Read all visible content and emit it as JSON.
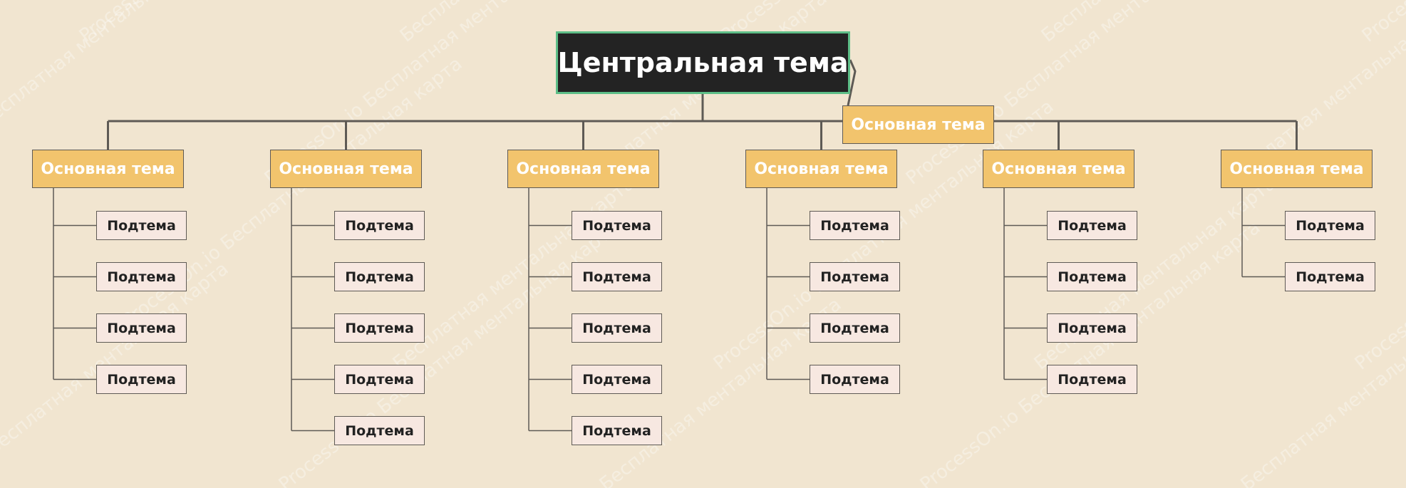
{
  "watermark": {
    "line1": "ProcessOn.io Бесплатная ментальная карта",
    "line2": "Бесплатная ментальная карта"
  },
  "central": {
    "label": "Центральная тема"
  },
  "floating_topic": {
    "label": "Основная тема"
  },
  "branches": [
    {
      "label": "Основная тема",
      "subtopics": [
        "Подтема",
        "Подтема",
        "Подтема",
        "Подтема"
      ]
    },
    {
      "label": "Основная тема",
      "subtopics": [
        "Подтема",
        "Подтема",
        "Подтема",
        "Подтема",
        "Подтема"
      ]
    },
    {
      "label": "Основная тема",
      "subtopics": [
        "Подтема",
        "Подтема",
        "Подтема",
        "Подтема",
        "Подтема"
      ]
    },
    {
      "label": "Основная тема",
      "subtopics": [
        "Подтема",
        "Подтема",
        "Подтема",
        "Подтема"
      ]
    },
    {
      "label": "Основная тема",
      "subtopics": [
        "Подтема",
        "Подтема",
        "Подтема",
        "Подтема"
      ]
    },
    {
      "label": "Основная тема",
      "subtopics": [
        "Подтема",
        "Подтема"
      ]
    }
  ],
  "colors": {
    "background": "#f1e5d0",
    "central_fill": "#232323",
    "central_border": "#5dbe87",
    "main_fill": "#f2c46d",
    "sub_fill": "#f7e8e1",
    "line": "#5e5a55"
  }
}
